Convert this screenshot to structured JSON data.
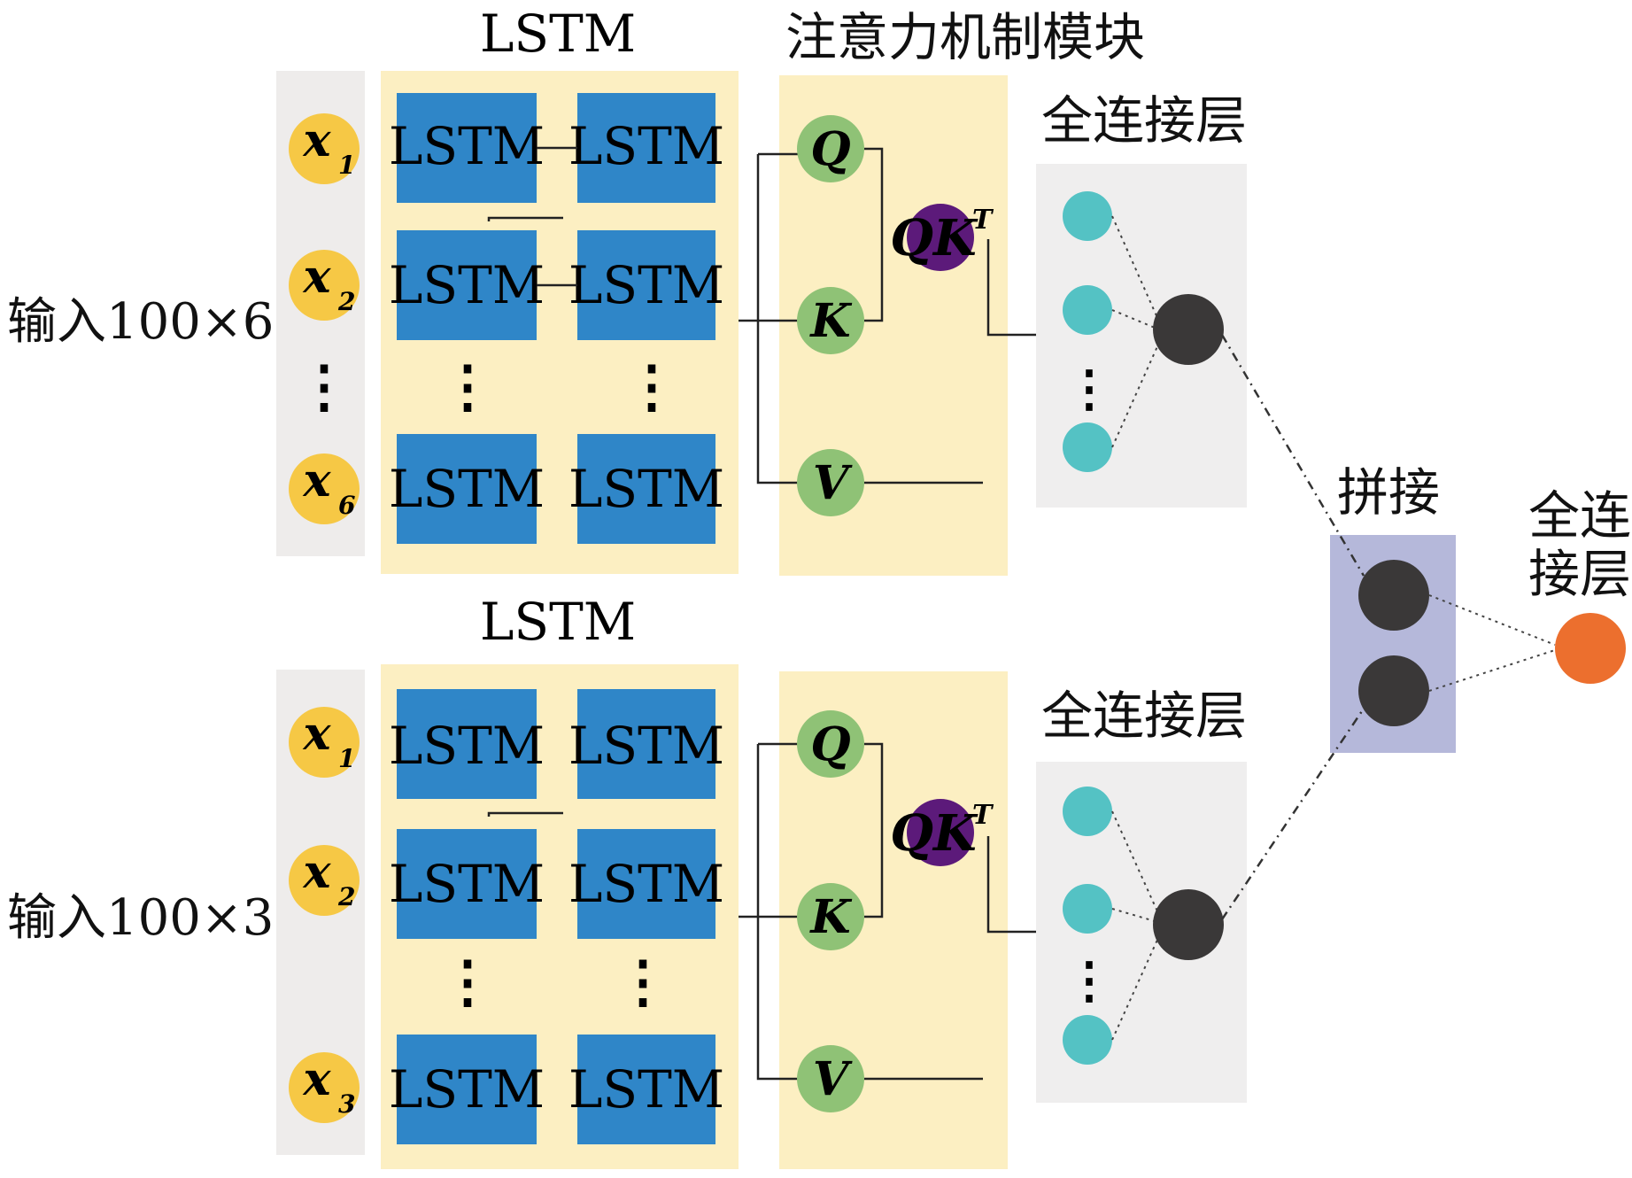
{
  "labels": {
    "lstm_title_top": "LSTM",
    "lstm_title_bottom": "LSTM",
    "attention_title": "注意力机制模块",
    "fc_top": "全连接层",
    "fc_bottom": "全连接层",
    "concat": "拼接",
    "final_fc_line1": "全连",
    "final_fc_line2": "接层",
    "input_top": "输入100×6",
    "input_bottom": "输入100×3",
    "lstm_cell": "LSTM",
    "q": "Q",
    "k": "K",
    "v": "V",
    "qk_base": "QK",
    "qk_sup": "T",
    "x": "x",
    "dots": "⋮"
  },
  "branches": [
    {
      "inputs": [
        {
          "sub": "1"
        },
        {
          "sub": "2"
        },
        {
          "sub": "6"
        }
      ]
    },
    {
      "inputs": [
        {
          "sub": "1"
        },
        {
          "sub": "2"
        },
        {
          "sub": "3"
        }
      ]
    }
  ],
  "colors": {
    "input_panel": "#eeeceb",
    "lstm_panel": "#fcefc2",
    "lstm_cell": "#2f86c8",
    "input_node": "#f6c845",
    "qkv_node": "#8fc276",
    "qk_node": "#5c1a7a",
    "fc_panel": "#efeeee",
    "fc_node": "#54c2c4",
    "dark_node": "#3a3838",
    "concat_panel": "#b5b8da",
    "output_node": "#ec6f2e"
  }
}
